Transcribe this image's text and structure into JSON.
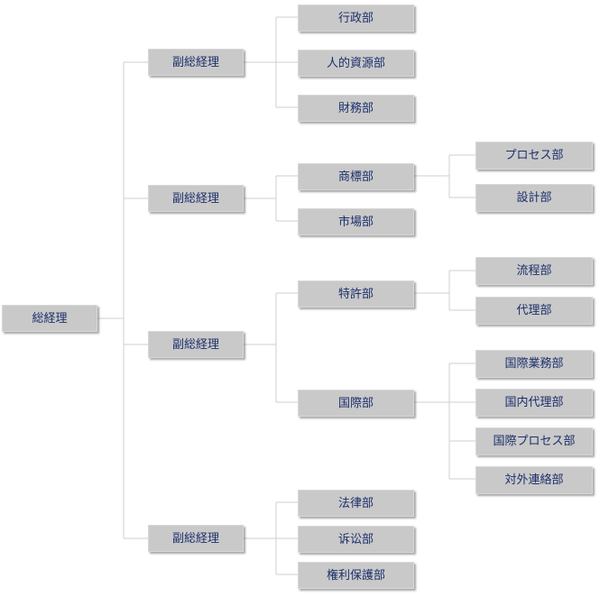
{
  "org": {
    "root": "総経理",
    "vp1": "副総経理",
    "vp2": "副総経理",
    "vp3": "副総経理",
    "vp4": "副総経理",
    "admin": "行政部",
    "hr": "人的資源部",
    "finance": "財務部",
    "trademark": "商標部",
    "market": "市場部",
    "process": "プロセス部",
    "design": "設計部",
    "patent": "特許部",
    "flow": "流程部",
    "agency": "代理部",
    "intl": "国際部",
    "intl_business": "国際業務部",
    "domestic_agency": "国内代理部",
    "intl_process": "国際プロセス部",
    "liaison": "対外連絡部",
    "law": "法律部",
    "litigation": "诉讼部",
    "rights": "権利保護部"
  }
}
